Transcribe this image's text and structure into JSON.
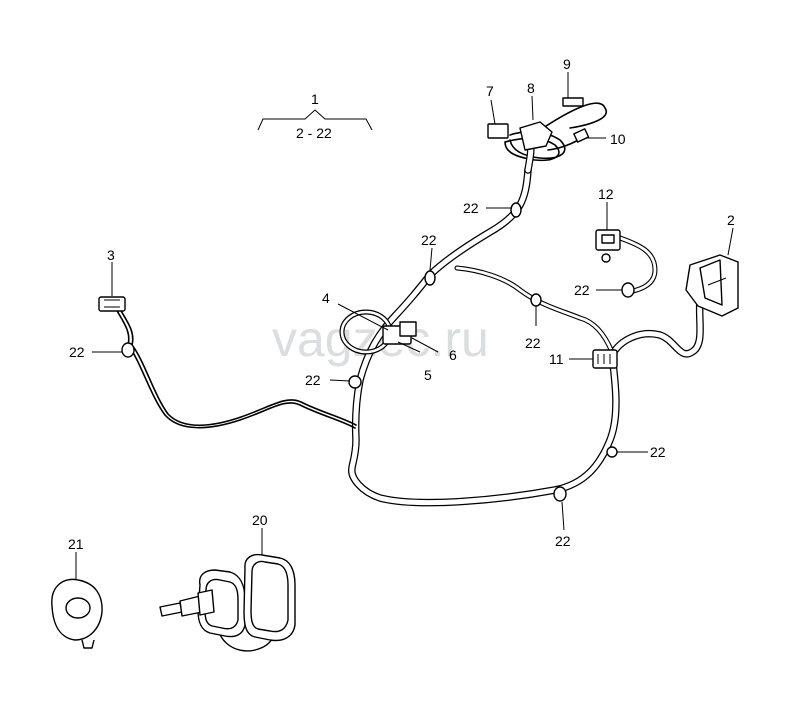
{
  "watermark": "vagzec.ru",
  "group": {
    "number": "1",
    "range": "2 - 22"
  },
  "callouts": {
    "c2": "2",
    "c3": "3",
    "c4": "4",
    "c5": "5",
    "c6": "6",
    "c7": "7",
    "c8": "8",
    "c9": "9",
    "c10": "10",
    "c11": "11",
    "c12": "12",
    "c20": "20",
    "c21": "21",
    "c22": "22"
  }
}
